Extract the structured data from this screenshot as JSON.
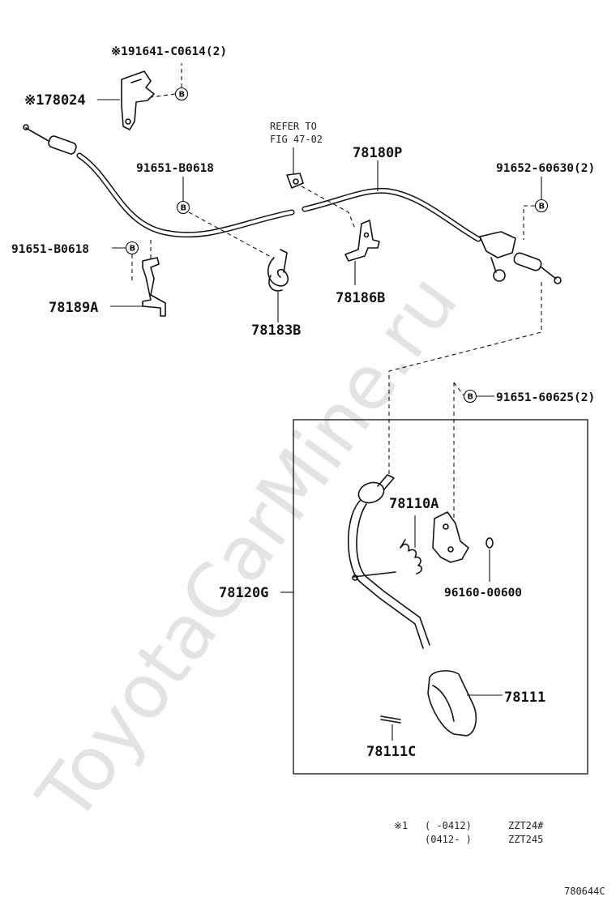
{
  "watermark": "ToyotaCarMine.ru",
  "bolt_symbol": "B",
  "reference_note": {
    "line1": "REFER TO",
    "line2": "FIG 47-02"
  },
  "parts": {
    "bracket_bolt": "※191641-C0614(2)",
    "bracket": "※178024",
    "cable_assy": "78180P",
    "bolt_left_upper": "91651-B0618",
    "bolt_left_lower": "91651-B0618",
    "bolt_right_upper": "91652-60630(2)",
    "clamp_left": "78189A",
    "clip": "78183B",
    "clamp_mid": "78186B",
    "bolt_pedal": "91651-60625(2)",
    "pedal_bracket": "78110A",
    "pedal_arm": "78120G",
    "nut": "96160-00600",
    "pedal_pad": "78111",
    "pad_pin": "78111C"
  },
  "footnote": {
    "row1": {
      "mark": "※1",
      "range": "(    -0412)",
      "model": "ZZT24#"
    },
    "row2": {
      "mark": "",
      "range": "(0412-    )",
      "model": "ZZT245"
    }
  },
  "figure_code": "780644C"
}
